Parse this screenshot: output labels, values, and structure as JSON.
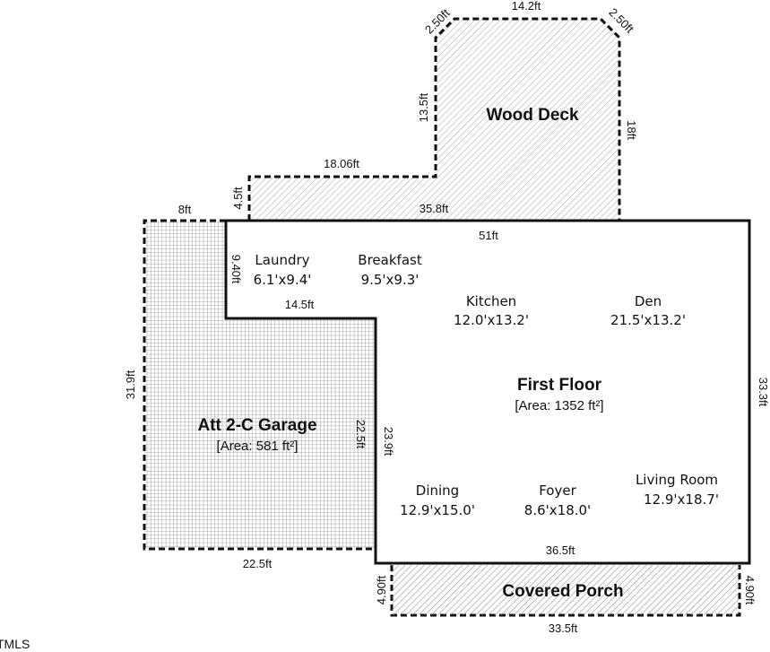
{
  "plan": {
    "first_floor": {
      "title": "First Floor",
      "area": "[Area: 1352 ft²]"
    },
    "garage": {
      "title": "Att 2-C Garage",
      "area": "[Area: 581 ft²]"
    },
    "deck": {
      "title": "Wood Deck"
    },
    "porch": {
      "title": "Covered Porch"
    },
    "rooms": [
      {
        "name": "Laundry",
        "size": "6.1'x9.4'"
      },
      {
        "name": "Breakfast",
        "size": "9.5'x9.3'"
      },
      {
        "name": "Kitchen",
        "size": "12.0'x13.2'"
      },
      {
        "name": "Den",
        "size": "21.5'x13.2'"
      },
      {
        "name": "Dining",
        "size": "12.9'x15.0'"
      },
      {
        "name": "Foyer",
        "size": "8.6'x18.0'"
      },
      {
        "name": "Living Room",
        "size": "12.9'x18.7'"
      }
    ],
    "dimensions": {
      "deck_top": "14.2ft",
      "deck_chamfer_left": "2.50ft",
      "deck_chamfer_right": "2.50ft",
      "deck_left": "13.5ft",
      "deck_right": "18ft",
      "deck_step_top": "18.06ft",
      "deck_step_left": "4.5ft",
      "deck_bottom": "35.8ft",
      "garage_top": "8ft",
      "house_top": "51ft",
      "laundry_side": "9.40ft",
      "notch_bottom": "14.5ft",
      "garage_left": "31.9ft",
      "garage_right": "22.5ft",
      "house_inner_left": "23.9ft",
      "house_right": "33.3ft",
      "garage_bottom": "22.5ft",
      "house_bottom": "36.5ft",
      "porch_left": "4.90ft",
      "porch_right": "4.90ft",
      "porch_bottom": "33.5ft"
    },
    "watermark": "TMLS"
  }
}
